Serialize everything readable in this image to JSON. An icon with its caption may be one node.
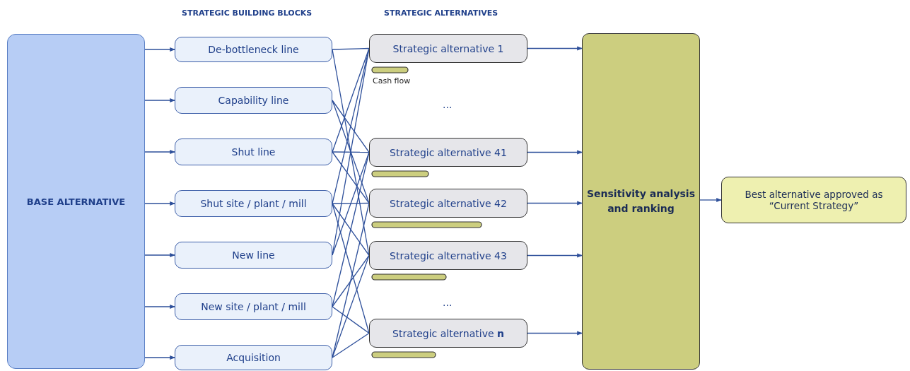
{
  "diagram": {
    "nodes": [
      {
        "text": [
          "BASE ALTERNATIVE"
        ]
      },
      {
        "text": [
          "De-bottleneck line"
        ]
      },
      {
        "text": [
          "Capability line"
        ]
      },
      {
        "text": [
          "Shut line"
        ]
      },
      {
        "text": [
          "Shut site / plant / mill"
        ]
      },
      {
        "text": [
          "New line"
        ]
      },
      {
        "text": [
          "New site / plant / mill"
        ]
      },
      {
        "text": [
          "Acquisition"
        ]
      },
      {
        "text": [
          "Strategic alternative 1"
        ]
      },
      {
        "text": [
          "Strategic alternative 41"
        ]
      },
      {
        "text": [
          "Strategic alternative 42"
        ]
      },
      {
        "text": [
          "Strategic alternative 43"
        ]
      },
      {
        "text": [
          "Strategic alternative **n**"
        ]
      },
      {
        "text": [
          "Sensitivity analysis and ranking"
        ]
      },
      {
        "text": [
          "Best alternative approved as “Current Strategy”"
        ]
      }
    ],
    "edges": [
      {
        "from": 0,
        "to": 1,
        "arrow": "to"
      },
      {
        "from": 0,
        "to": 2,
        "arrow": "to"
      },
      {
        "from": 0,
        "to": 3,
        "arrow": "to"
      },
      {
        "from": 0,
        "to": 4,
        "arrow": "to"
      },
      {
        "from": 0,
        "to": 5,
        "arrow": "to"
      },
      {
        "from": 0,
        "to": 6,
        "arrow": "to"
      },
      {
        "from": 0,
        "to": 7,
        "arrow": "to"
      },
      {
        "from": 1,
        "to": 8,
        "arrow": "none"
      },
      {
        "from": 1,
        "to": 11,
        "arrow": "none"
      },
      {
        "from": 2,
        "to": 9,
        "arrow": "none"
      },
      {
        "from": 2,
        "to": 10,
        "arrow": "none"
      },
      {
        "from": 3,
        "to": 8,
        "arrow": "none"
      },
      {
        "from": 3,
        "to": 9,
        "arrow": "none"
      },
      {
        "from": 3,
        "to": 10,
        "arrow": "none"
      },
      {
        "from": 4,
        "to": 8,
        "arrow": "none"
      },
      {
        "from": 4,
        "to": 10,
        "arrow": "none"
      },
      {
        "from": 4,
        "to": 11,
        "arrow": "none"
      },
      {
        "from": 4,
        "to": 12,
        "arrow": "none"
      },
      {
        "from": 5,
        "to": 8,
        "arrow": "none"
      },
      {
        "from": 5,
        "to": 9,
        "arrow": "none"
      },
      {
        "from": 6,
        "to": 9,
        "arrow": "none"
      },
      {
        "from": 6,
        "to": 11,
        "arrow": "none"
      },
      {
        "from": 6,
        "to": 12,
        "arrow": "none"
      },
      {
        "from": 7,
        "to": 10,
        "arrow": "none"
      },
      {
        "from": 7,
        "to": 11,
        "arrow": "none"
      },
      {
        "from": 7,
        "to": 12,
        "arrow": "none"
      },
      {
        "from": 8,
        "to": 13,
        "arrow": "to"
      },
      {
        "from": 9,
        "to": 13,
        "arrow": "to"
      },
      {
        "from": 10,
        "to": 13,
        "arrow": "to"
      },
      {
        "from": 11,
        "to": 13,
        "arrow": "to"
      },
      {
        "from": 12,
        "to": 13,
        "arrow": "to"
      },
      {
        "from": 13,
        "to": 14,
        "arrow": "to"
      }
    ],
    "labels": [
      "STRATEGIC BUILDING BLOCKS",
      "STRATEGIC ALTERNATIVES",
      "Cash flow",
      "...",
      "..."
    ]
  }
}
